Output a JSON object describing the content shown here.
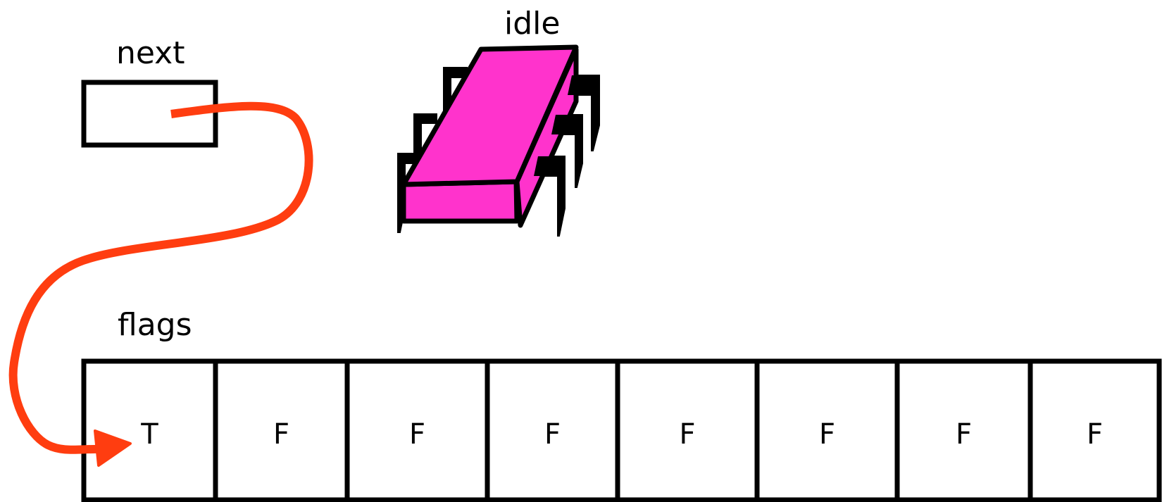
{
  "labels": {
    "next": "next",
    "idle": "idle",
    "flags": "flags"
  },
  "flags": {
    "cells": [
      "T",
      "F",
      "F",
      "F",
      "F",
      "F",
      "F",
      "F"
    ]
  },
  "colors": {
    "arrow": "#ff3d10",
    "chip_body": "#ff33cc",
    "outline": "#000000"
  }
}
